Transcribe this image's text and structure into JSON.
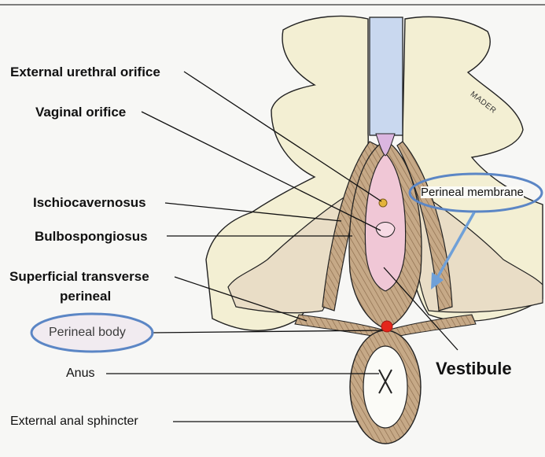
{
  "diagram": {
    "labels": {
      "external_urethral_orifice": "External urethral orifice",
      "vaginal_orifice": "Vaginal orifice",
      "ischiocavernosus": "Ischiocavernosus",
      "bulbospongiosus": "Bulbospongiosus",
      "superficial_transverse_perineal_line1": "Superficial transverse",
      "superficial_transverse_perineal_line2": "perineal",
      "perineal_body": "Perineal body",
      "anus": "Anus",
      "external_anal_sphincter": "External anal sphincter",
      "perineal_membrane": "Perineal membrane",
      "vestibule": "Vestibule"
    },
    "signature": "MADER",
    "colors": {
      "bone": "#f3efd3",
      "muscle": "#b89a76",
      "membrane": "#e9ddc6",
      "vestibule_pink": "#f0c7d6",
      "urethra_blue": "#c9d8ef",
      "highlight_oval": "#5b86c5",
      "arrow": "#6fa0d8",
      "perineal_body_dot": "#e4261b"
    }
  }
}
